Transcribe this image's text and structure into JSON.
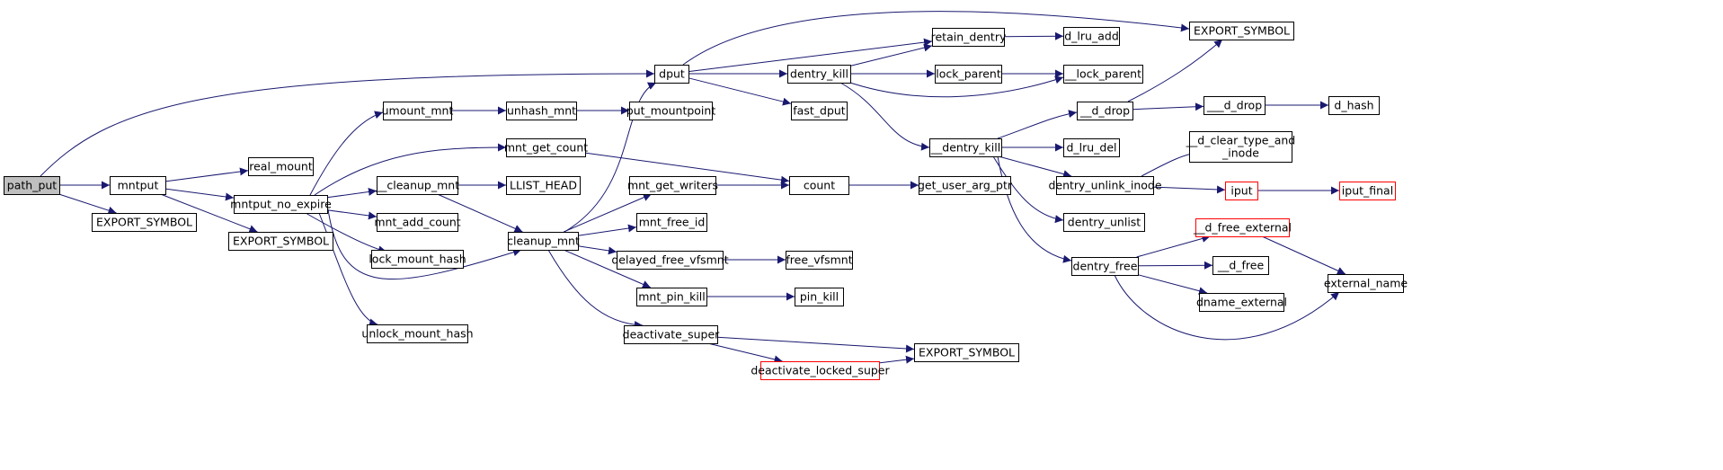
{
  "nodes": [
    {
      "id": "path_put",
      "lines": [
        "path_put"
      ],
      "current": true
    },
    {
      "id": "mntput",
      "lines": [
        "mntput"
      ]
    },
    {
      "id": "export_symbol_1",
      "lines": [
        "EXPORT_SYMBOL"
      ]
    },
    {
      "id": "real_mount",
      "lines": [
        "real_mount"
      ]
    },
    {
      "id": "mntput_no_expire",
      "lines": [
        "mntput_no_expire"
      ]
    },
    {
      "id": "export_symbol_2",
      "lines": [
        "EXPORT_SYMBOL"
      ]
    },
    {
      "id": "umount_mnt",
      "lines": [
        "umount_mnt"
      ]
    },
    {
      "id": "unhash_mnt",
      "lines": [
        "unhash_mnt"
      ]
    },
    {
      "id": "put_mountpoint",
      "lines": [
        "put_mountpoint"
      ]
    },
    {
      "id": "mnt_get_count",
      "lines": [
        "mnt_get_count"
      ]
    },
    {
      "id": "cleanup_mnt_1",
      "lines": [
        "__cleanup_mnt"
      ]
    },
    {
      "id": "llist_head",
      "lines": [
        "LLIST_HEAD"
      ]
    },
    {
      "id": "mnt_add_count",
      "lines": [
        "mnt_add_count"
      ]
    },
    {
      "id": "lock_mount_hash",
      "lines": [
        "lock_mount_hash"
      ]
    },
    {
      "id": "unlock_mount_hash",
      "lines": [
        "unlock_mount_hash"
      ]
    },
    {
      "id": "cleanup_mnt",
      "lines": [
        "cleanup_mnt"
      ]
    },
    {
      "id": "dput",
      "lines": [
        "dput"
      ]
    },
    {
      "id": "mnt_get_writers",
      "lines": [
        "mnt_get_writers"
      ]
    },
    {
      "id": "mnt_free_id",
      "lines": [
        "mnt_free_id"
      ]
    },
    {
      "id": "delayed_free_vfsmnt",
      "lines": [
        "delayed_free_vfsmnt"
      ]
    },
    {
      "id": "mnt_pin_kill",
      "lines": [
        "mnt_pin_kill"
      ]
    },
    {
      "id": "deactivate_super",
      "lines": [
        "deactivate_super"
      ]
    },
    {
      "id": "deactivate_locked_super",
      "lines": [
        "deactivate_locked_super"
      ],
      "red": true
    },
    {
      "id": "count",
      "lines": [
        "count"
      ]
    },
    {
      "id": "free_vfsmnt",
      "lines": [
        "free_vfsmnt"
      ]
    },
    {
      "id": "pin_kill",
      "lines": [
        "pin_kill"
      ]
    },
    {
      "id": "dentry_kill",
      "lines": [
        "dentry_kill"
      ]
    },
    {
      "id": "fast_dput",
      "lines": [
        "fast_dput"
      ]
    },
    {
      "id": "retain_dentry",
      "lines": [
        "retain_dentry"
      ]
    },
    {
      "id": "lock_parent",
      "lines": [
        "lock_parent"
      ]
    },
    {
      "id": "dentry_kill_2",
      "lines": [
        "__dentry_kill"
      ]
    },
    {
      "id": "get_user_arg_ptr",
      "lines": [
        "get_user_arg_ptr"
      ]
    },
    {
      "id": "export_symbol_3",
      "lines": [
        "EXPORT_SYMBOL"
      ]
    },
    {
      "id": "export_symbol_4",
      "lines": [
        "EXPORT_SYMBOL"
      ]
    },
    {
      "id": "d_lru_add",
      "lines": [
        "d_lru_add"
      ]
    },
    {
      "id": "lock_parent_2",
      "lines": [
        "__lock_parent"
      ]
    },
    {
      "id": "d_drop_2",
      "lines": [
        "__d_drop"
      ]
    },
    {
      "id": "d_lru_del",
      "lines": [
        "d_lru_del"
      ]
    },
    {
      "id": "dentry_unlink_inode",
      "lines": [
        "dentry_unlink_inode"
      ]
    },
    {
      "id": "dentry_unlist",
      "lines": [
        "dentry_unlist"
      ]
    },
    {
      "id": "dentry_free",
      "lines": [
        "dentry_free"
      ]
    },
    {
      "id": "d_drop_3",
      "lines": [
        "___d_drop"
      ]
    },
    {
      "id": "d_hash",
      "lines": [
        "d_hash"
      ]
    },
    {
      "id": "d_clear_type_and_inode",
      "lines": [
        "__d_clear_type_and",
        "_inode"
      ]
    },
    {
      "id": "iput",
      "lines": [
        "iput"
      ],
      "red": true
    },
    {
      "id": "iput_final",
      "lines": [
        "iput_final"
      ],
      "red": true
    },
    {
      "id": "d_free_external",
      "lines": [
        "__d_free_external"
      ],
      "red": true
    },
    {
      "id": "d_free",
      "lines": [
        "__d_free"
      ]
    },
    {
      "id": "dname_external",
      "lines": [
        "dname_external"
      ]
    },
    {
      "id": "external_name",
      "lines": [
        "external_name"
      ]
    }
  ],
  "edges": [
    [
      "path_put",
      "mntput"
    ],
    [
      "path_put",
      "export_symbol_1"
    ],
    [
      "path_put",
      "dput"
    ],
    [
      "mntput",
      "real_mount"
    ],
    [
      "mntput",
      "mntput_no_expire"
    ],
    [
      "mntput",
      "export_symbol_2"
    ],
    [
      "mntput_no_expire",
      "umount_mnt"
    ],
    [
      "mntput_no_expire",
      "mnt_get_count"
    ],
    [
      "mntput_no_expire",
      "cleanup_mnt_1"
    ],
    [
      "mntput_no_expire",
      "mnt_add_count"
    ],
    [
      "mntput_no_expire",
      "lock_mount_hash"
    ],
    [
      "mntput_no_expire",
      "cleanup_mnt"
    ],
    [
      "mntput_no_expire",
      "unlock_mount_hash"
    ],
    [
      "umount_mnt",
      "unhash_mnt"
    ],
    [
      "unhash_mnt",
      "put_mountpoint"
    ],
    [
      "mnt_get_count",
      "count"
    ],
    [
      "cleanup_mnt_1",
      "llist_head"
    ],
    [
      "cleanup_mnt_1",
      "cleanup_mnt"
    ],
    [
      "cleanup_mnt",
      "dput"
    ],
    [
      "cleanup_mnt",
      "mnt_get_writers"
    ],
    [
      "cleanup_mnt",
      "mnt_free_id"
    ],
    [
      "cleanup_mnt",
      "delayed_free_vfsmnt"
    ],
    [
      "cleanup_mnt",
      "mnt_pin_kill"
    ],
    [
      "cleanup_mnt",
      "deactivate_super"
    ],
    [
      "mnt_get_writers",
      "count"
    ],
    [
      "count",
      "get_user_arg_ptr"
    ],
    [
      "delayed_free_vfsmnt",
      "free_vfsmnt"
    ],
    [
      "mnt_pin_kill",
      "pin_kill"
    ],
    [
      "deactivate_super",
      "export_symbol_4"
    ],
    [
      "deactivate_super",
      "deactivate_locked_super"
    ],
    [
      "deactivate_locked_super",
      "export_symbol_4"
    ],
    [
      "dput",
      "export_symbol_3"
    ],
    [
      "dput",
      "retain_dentry"
    ],
    [
      "dput",
      "dentry_kill"
    ],
    [
      "dput",
      "fast_dput"
    ],
    [
      "dentry_kill",
      "retain_dentry"
    ],
    [
      "dentry_kill",
      "lock_parent"
    ],
    [
      "dentry_kill",
      "lock_parent_2"
    ],
    [
      "dentry_kill",
      "dentry_kill_2"
    ],
    [
      "retain_dentry",
      "d_lru_add"
    ],
    [
      "lock_parent",
      "lock_parent_2"
    ],
    [
      "dentry_kill_2",
      "d_drop_2"
    ],
    [
      "dentry_kill_2",
      "d_lru_del"
    ],
    [
      "dentry_kill_2",
      "dentry_unlink_inode"
    ],
    [
      "dentry_kill_2",
      "dentry_unlist"
    ],
    [
      "dentry_kill_2",
      "dentry_free"
    ],
    [
      "d_drop_2",
      "export_symbol_3"
    ],
    [
      "d_drop_2",
      "d_drop_3"
    ],
    [
      "d_drop_3",
      "d_hash"
    ],
    [
      "dentry_unlink_inode",
      "d_clear_type_and_inode"
    ],
    [
      "dentry_unlink_inode",
      "iput"
    ],
    [
      "iput",
      "iput_final"
    ],
    [
      "dentry_free",
      "d_free_external"
    ],
    [
      "dentry_free",
      "d_free"
    ],
    [
      "dentry_free",
      "dname_external"
    ],
    [
      "dentry_free",
      "external_name"
    ],
    [
      "d_free_external",
      "external_name"
    ]
  ]
}
